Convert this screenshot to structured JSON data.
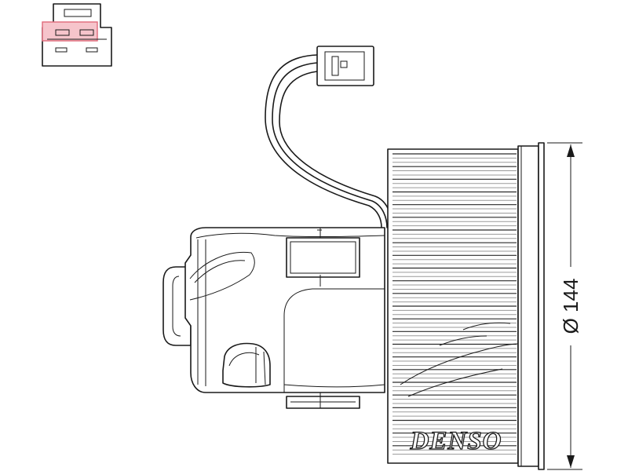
{
  "brand": {
    "logo_text": "DENSO"
  },
  "dimension": {
    "label": "Ø 144"
  },
  "colors": {
    "connector_highlight": "#e06a7a",
    "line": "#1a1a1a"
  },
  "blower": {
    "visible_blade_count": 24
  }
}
